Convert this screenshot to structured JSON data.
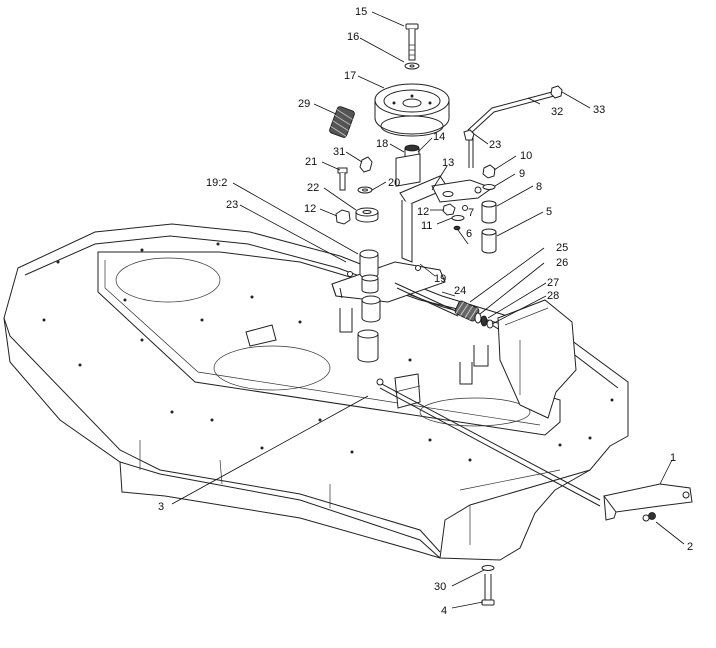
{
  "callouts": [
    {
      "id": "c15",
      "text": "15"
    },
    {
      "id": "c16",
      "text": "16"
    },
    {
      "id": "c17",
      "text": "17"
    },
    {
      "id": "c29",
      "text": "29"
    },
    {
      "id": "c33",
      "text": "33"
    },
    {
      "id": "c32",
      "text": "32"
    },
    {
      "id": "c23a",
      "text": "23"
    },
    {
      "id": "c14",
      "text": "14"
    },
    {
      "id": "c18",
      "text": "18"
    },
    {
      "id": "c13",
      "text": "13"
    },
    {
      "id": "c31",
      "text": "31"
    },
    {
      "id": "c10",
      "text": "10"
    },
    {
      "id": "c21",
      "text": "21"
    },
    {
      "id": "c9",
      "text": "9"
    },
    {
      "id": "c192",
      "text": "19:2"
    },
    {
      "id": "c20",
      "text": "20"
    },
    {
      "id": "c8",
      "text": "8"
    },
    {
      "id": "c22",
      "text": "22"
    },
    {
      "id": "c23b",
      "text": "23"
    },
    {
      "id": "c12a",
      "text": "12"
    },
    {
      "id": "c12b",
      "text": "12"
    },
    {
      "id": "c7",
      "text": "7"
    },
    {
      "id": "c11",
      "text": "11"
    },
    {
      "id": "c5",
      "text": "5"
    },
    {
      "id": "c6",
      "text": "6"
    },
    {
      "id": "c25",
      "text": "25"
    },
    {
      "id": "c26",
      "text": "26"
    },
    {
      "id": "c19",
      "text": "19"
    },
    {
      "id": "c27",
      "text": "27"
    },
    {
      "id": "c24",
      "text": "24"
    },
    {
      "id": "c28",
      "text": "28"
    },
    {
      "id": "c1",
      "text": "1"
    },
    {
      "id": "c3",
      "text": "3"
    },
    {
      "id": "c2",
      "text": "2"
    },
    {
      "id": "c30",
      "text": "30"
    },
    {
      "id": "c4",
      "text": "4"
    }
  ]
}
